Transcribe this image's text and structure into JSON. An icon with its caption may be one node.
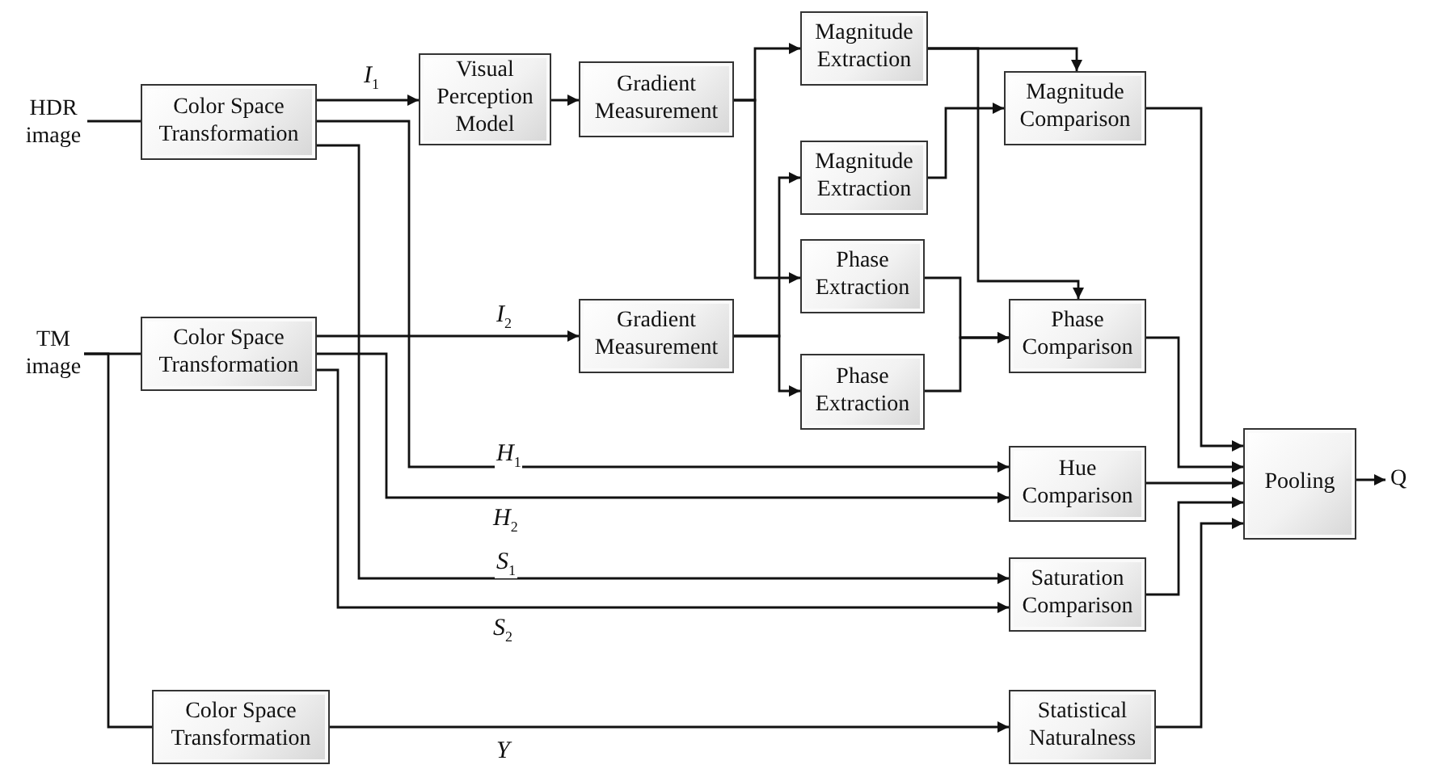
{
  "diagram": {
    "nodes": [
      {
        "text": [
          "HDR image"
        ]
      },
      {
        "text": [
          "TM image"
        ]
      },
      {
        "text": [
          "Color Space Transformation"
        ]
      },
      {
        "text": [
          "Color Space Transformation"
        ]
      },
      {
        "text": [
          "Color Space Transformation"
        ]
      },
      {
        "text": [
          "Visual Perception Model"
        ]
      },
      {
        "text": [
          "Gradient Measurement"
        ]
      },
      {
        "text": [
          "Gradient Measurement"
        ]
      },
      {
        "text": [
          "Magnitude Extraction"
        ]
      },
      {
        "text": [
          "Magnitude Extraction"
        ]
      },
      {
        "text": [
          "Phase Extraction"
        ]
      },
      {
        "text": [
          "Phase Extraction"
        ]
      },
      {
        "text": [
          "Magnitude Comparison"
        ]
      },
      {
        "text": [
          "Phase Comparison"
        ]
      },
      {
        "text": [
          "Hue Comparison"
        ]
      },
      {
        "text": [
          "Saturation Comparison"
        ]
      },
      {
        "text": [
          "Statistical Naturalness"
        ]
      },
      {
        "text": [
          "Pooling"
        ]
      },
      {
        "text": [
          "Q"
        ]
      }
    ],
    "edges": [
      {
        "from": 0,
        "to": 2,
        "arrow": "none"
      },
      {
        "from": 1,
        "to": 3,
        "arrow": "none"
      },
      {
        "from": 1,
        "to": 4,
        "arrow": "none"
      },
      {
        "from": 2,
        "to": 5,
        "arrow": "to",
        "label": "I$_{1}$"
      },
      {
        "from": 2,
        "to": 14,
        "arrow": "to",
        "label": "H$_{1}$"
      },
      {
        "from": 2,
        "to": 15,
        "arrow": "to",
        "label": "S$_{1}$"
      },
      {
        "from": 3,
        "to": 7,
        "arrow": "to",
        "label": "I$_{2}$"
      },
      {
        "from": 3,
        "to": 14,
        "arrow": "to",
        "label": "H$_{2}$"
      },
      {
        "from": 3,
        "to": 15,
        "arrow": "to",
        "label": "S$_{2}$"
      },
      {
        "from": 4,
        "to": 16,
        "arrow": "to",
        "label": "Y"
      },
      {
        "from": 5,
        "to": 6,
        "arrow": "to"
      },
      {
        "from": 6,
        "to": 8,
        "arrow": "to"
      },
      {
        "from": 6,
        "to": 10,
        "arrow": "to"
      },
      {
        "from": 7,
        "to": 9,
        "arrow": "to"
      },
      {
        "from": 7,
        "to": 11,
        "arrow": "to"
      },
      {
        "from": 8,
        "to": 12,
        "arrow": "to"
      },
      {
        "from": 9,
        "to": 12,
        "arrow": "to"
      },
      {
        "from": 8,
        "to": 13,
        "arrow": "to"
      },
      {
        "from": 10,
        "to": 13,
        "arrow": "to"
      },
      {
        "from": 11,
        "to": 13,
        "arrow": "to"
      },
      {
        "from": 12,
        "to": 17,
        "arrow": "to"
      },
      {
        "from": 13,
        "to": 17,
        "arrow": "to"
      },
      {
        "from": 14,
        "to": 17,
        "arrow": "to"
      },
      {
        "from": 15,
        "to": 17,
        "arrow": "to"
      },
      {
        "from": 16,
        "to": 17,
        "arrow": "to"
      },
      {
        "from": 17,
        "to": 18,
        "arrow": "to"
      }
    ]
  }
}
